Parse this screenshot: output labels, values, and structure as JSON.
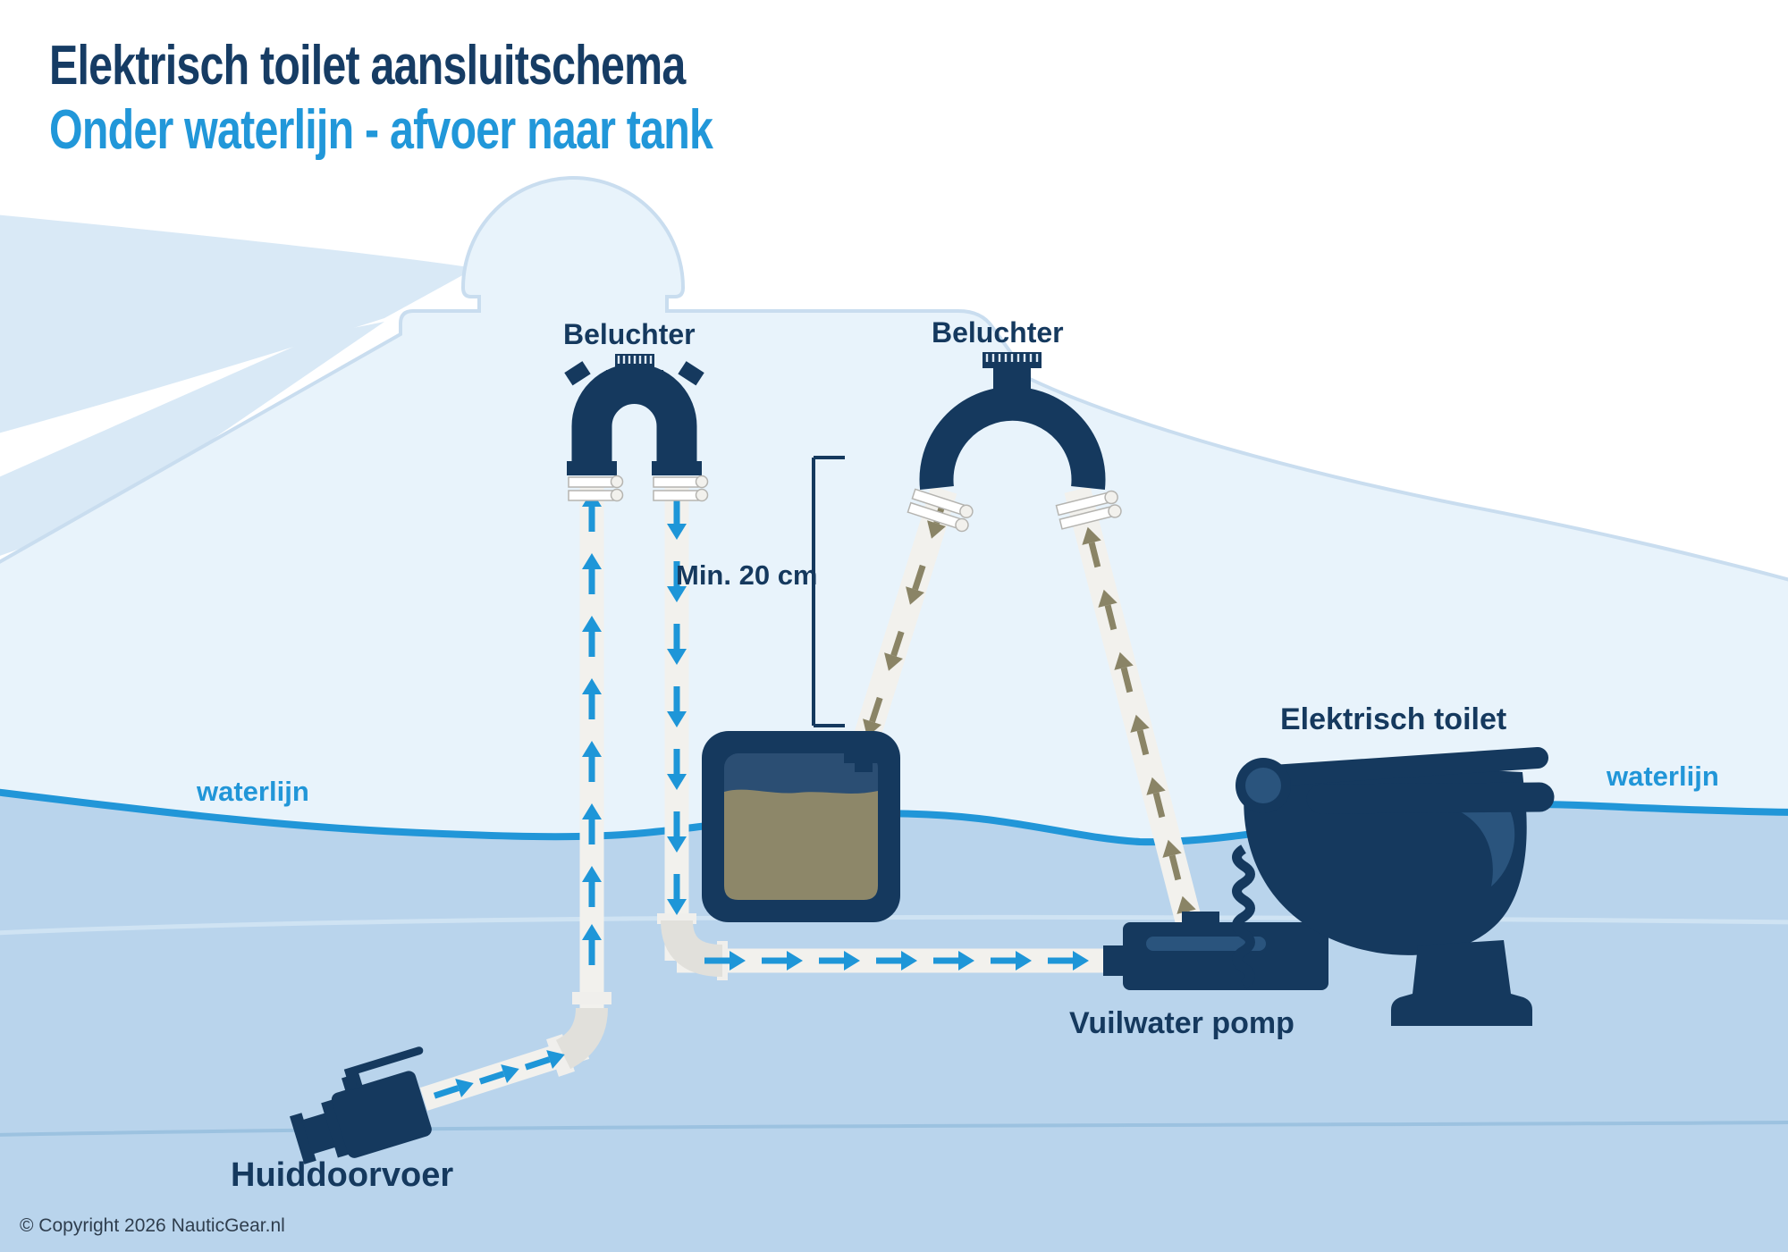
{
  "header": {
    "title": "Elektrisch toilet aansluitschema",
    "subtitle": "Onder waterlijn - afvoer naar tank"
  },
  "labels": {
    "beluchter_left": "Beluchter",
    "beluchter_right": "Beluchter",
    "min_distance": "Min. 20 cm",
    "waterline_left": "waterlijn",
    "waterline_right": "waterlijn",
    "toilet": "Elektrisch toilet",
    "pump": "Vuilwater pomp",
    "through_hull": "Huiddoorvoer"
  },
  "footer": {
    "copyright": "© Copyright 2026 NauticGear.nl"
  },
  "colors": {
    "navy": "#15395e",
    "accent_navy": "#2a547d",
    "blue": "#2196d8",
    "arrow_blue": "#1e96d8",
    "arrow_khaki": "#8a8466",
    "water": "#b9d4ec",
    "boat_interior": "#e8f3fb",
    "pale_hull": "#d9e9f6",
    "outline": "#c9ddef",
    "hose_white": "#f2f1ed",
    "fitting_grey": "#e1e0db",
    "tank_inner": "#2b4e73",
    "waste": "#8d8769"
  }
}
